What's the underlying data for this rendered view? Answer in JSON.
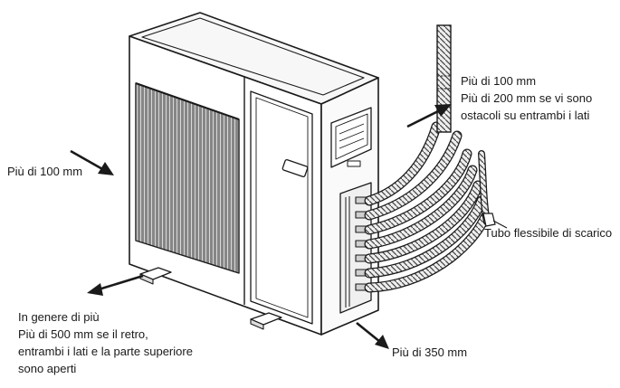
{
  "diagram": {
    "labels": {
      "left_clearance": "Più di 100 mm",
      "top_right_clearance": [
        "Più di 100 mm",
        "Più di 200 mm se vi sono",
        "ostacoli su entrambi i lati"
      ],
      "drain_hose": "Tubo flessibile di scarico",
      "front_right_clearance": "Più di 350 mm",
      "rear_clearance": [
        "In genere di più",
        "Più di 500 mm se il retro,",
        "entrambi i lati e la parte superiore",
        "sono aperti"
      ]
    },
    "colors": {
      "line": "#1a1a1a",
      "background": "#ffffff"
    }
  }
}
